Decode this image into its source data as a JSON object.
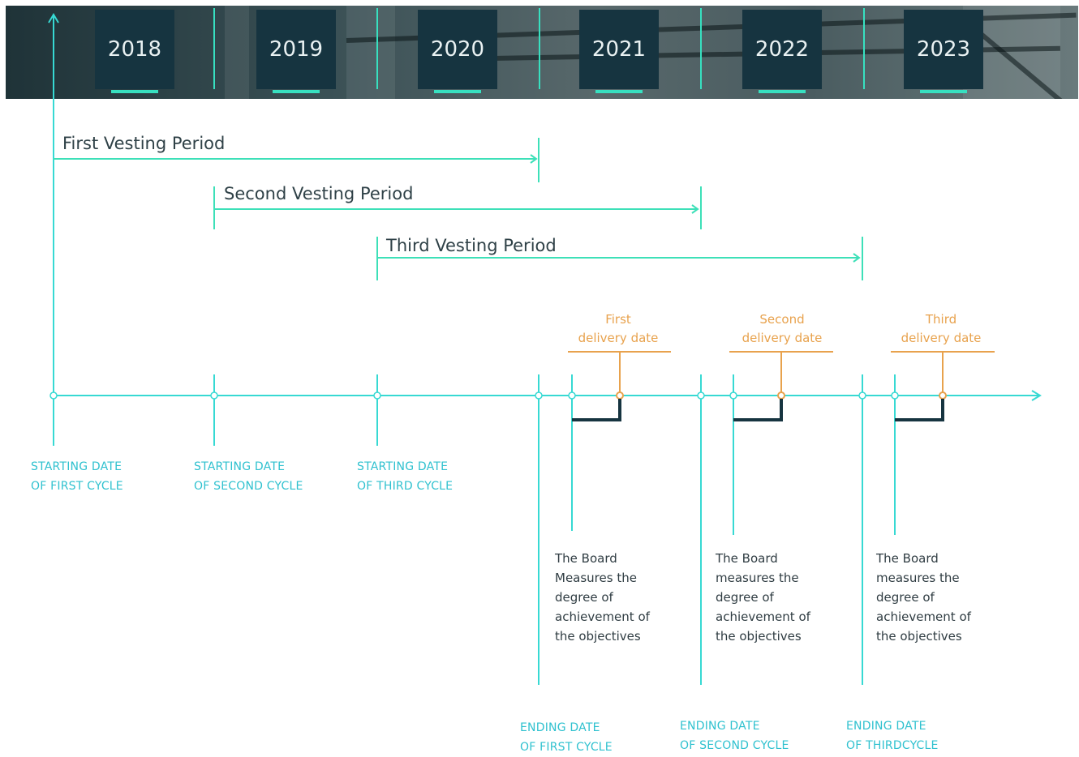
{
  "years": [
    "2018",
    "2019",
    "2020",
    "2021",
    "2022",
    "2023"
  ],
  "vesting_periods": [
    "First Vesting Period",
    "Second Vesting Period",
    "Third Vesting Period"
  ],
  "starting_dates": [
    [
      "STARTING DATE",
      "OF FIRST CYCLE"
    ],
    [
      "STARTING DATE",
      "OF SECOND CYCLE"
    ],
    [
      "STARTING DATE",
      "OF THIRD CYCLE"
    ]
  ],
  "ending_dates": [
    [
      "ENDING DATE",
      "OF FIRST CYCLE"
    ],
    [
      "ENDING DATE",
      "OF SECOND CYCLE"
    ],
    [
      "ENDING DATE",
      "OF THIRDCYCLE"
    ]
  ],
  "delivery_dates": [
    [
      "First",
      "delivery date"
    ],
    [
      "Second",
      "delivery date"
    ],
    [
      "Third",
      "delivery date"
    ]
  ],
  "board_notes": [
    [
      "The Board",
      "Measures the",
      "degree of",
      "achievement of",
      "the objectives"
    ],
    [
      "The Board",
      "measures the",
      "degree of",
      "achievement of",
      "the objectives"
    ],
    [
      "The Board",
      "measures the",
      "degree of",
      "achievement of",
      "the objectives"
    ]
  ],
  "colors": {
    "timeline": "#37d9d3",
    "vesting": "#3de0b8",
    "delivery": "#e8a24d",
    "bracket": "#163440",
    "year_box": "#163440"
  }
}
